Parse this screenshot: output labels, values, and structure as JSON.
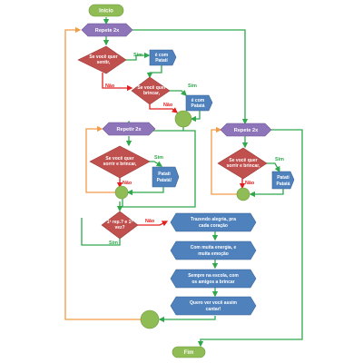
{
  "flowchart": {
    "colors": {
      "terminal": "#8fbc54",
      "loop": "#8e74b8",
      "decision": "#c0504d",
      "process": "#4f81bd",
      "connector": "#8fbc54",
      "arrow_green": "#2ea84a",
      "arrow_orange": "#f39c48",
      "arrow_red": "#e02020",
      "text": "#ffffff"
    },
    "nodes": {
      "start": "Início",
      "end": "Fim",
      "loop_main": "Repete 2x",
      "loop_inner": "Repetir 2x",
      "loop_right": "Repete 2x",
      "q_sentir": [
        "Se você quer",
        "sentir,"
      ],
      "p_sentir": [
        "é com",
        "Patatí"
      ],
      "q_brincar": [
        "Se você quer",
        "brincar,"
      ],
      "p_brincar": [
        "é com",
        "Patatá"
      ],
      "q_sorrir": [
        "Se você quer",
        "sorrir e brincar,"
      ],
      "p_sorrir": [
        "Patati",
        "Patatá!"
      ],
      "q_sorrir_right": [
        "Se você quer",
        "sorrir e brincar,"
      ],
      "p_sorrir_right": [
        "Patati",
        "Patatá"
      ],
      "q_vez": [
        "1ª rep.? e 1ª",
        "vez?"
      ],
      "s1": [
        "Trazendo alegria, pra",
        "cada coração"
      ],
      "s2": [
        "Com muita energia, e",
        "muita emoção"
      ],
      "s3": [
        "Sempre na escola, com",
        "os amigos a brincar"
      ],
      "s4": [
        "Quero ver você assim",
        "cantar!"
      ]
    },
    "edge_labels": {
      "sim": "Sim",
      "nao": "Não"
    }
  }
}
